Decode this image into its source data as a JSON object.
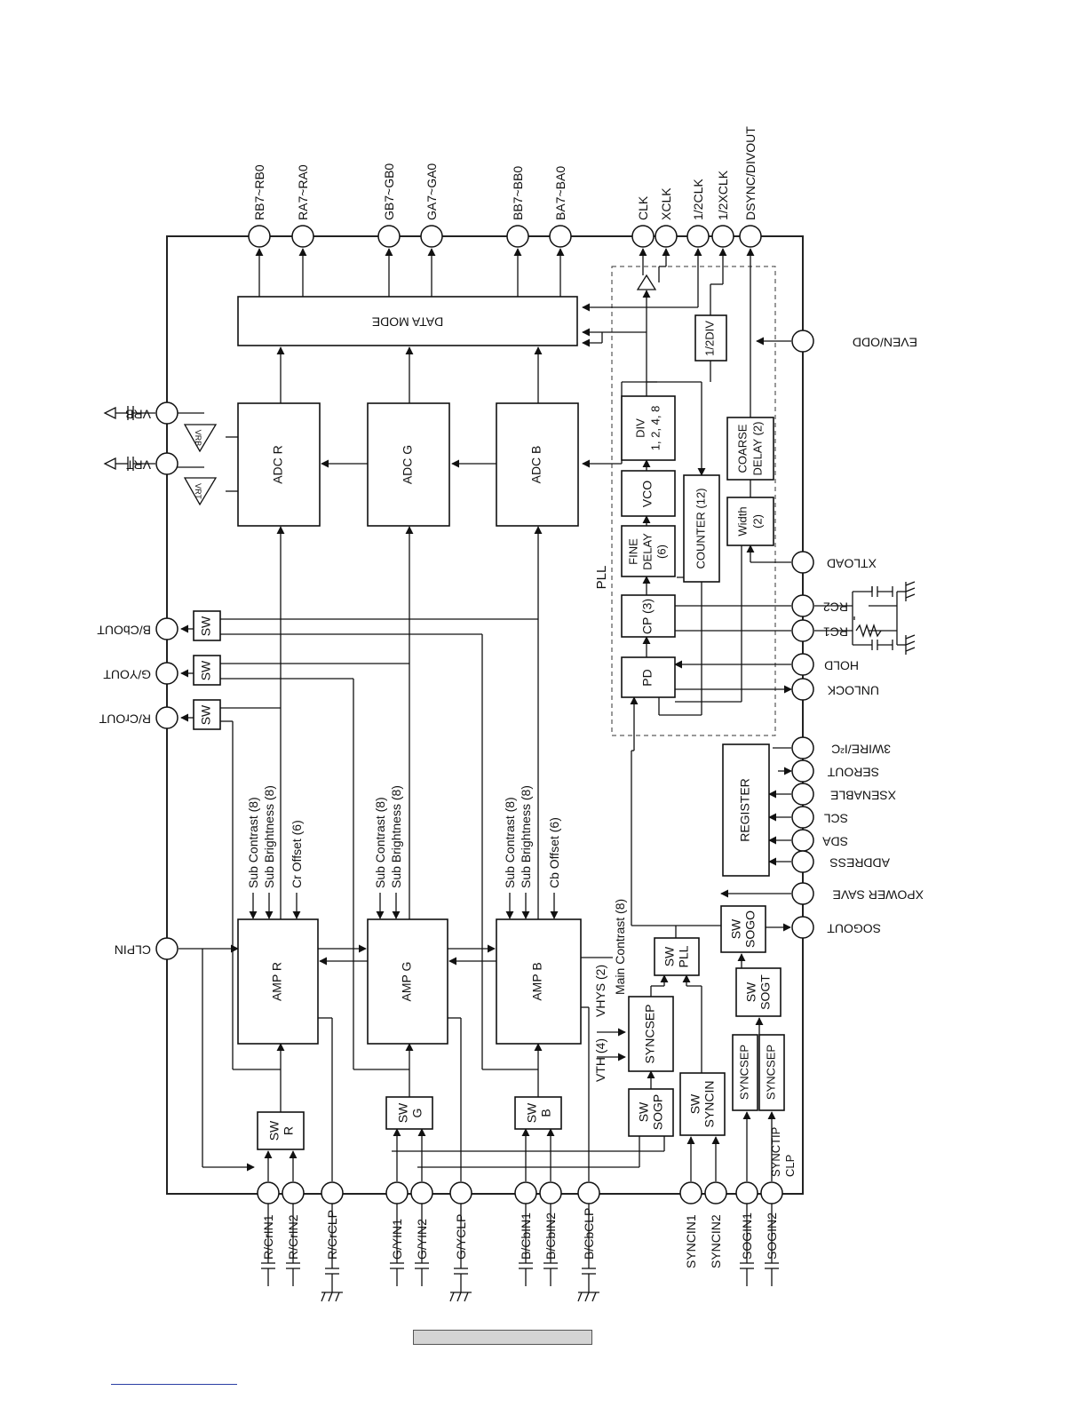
{
  "colors": {
    "ink": "#111111",
    "frame": "#222222",
    "bar": "#d4d4d4",
    "link": "#2b3fa3"
  },
  "blocks": {
    "data_mode": "DATA MODE",
    "adc_r": "ADC R",
    "adc_g": "ADC G",
    "adc_b": "ADC B",
    "amp_r": "AMP R",
    "amp_g": "AMP G",
    "amp_b": "AMP B",
    "sw": "SW",
    "sw_r": [
      "SW",
      "R"
    ],
    "sw_g": [
      "SW",
      "G"
    ],
    "sw_b": [
      "SW",
      "B"
    ],
    "sw_sogp": [
      "SW",
      "SOGP"
    ],
    "sw_syncin": [
      "SW",
      "SYNCIN"
    ],
    "syncsep": "SYNCSEP",
    "sw_pll": [
      "SW",
      "PLL"
    ],
    "sw_sogt": [
      "SW",
      "SOGT"
    ],
    "sw_sogo": [
      "SW",
      "SOGO"
    ],
    "register": "REGISTER",
    "pd": "PD",
    "cp": "CP (3)",
    "fine_delay": [
      "FINE",
      "DELAY",
      "(6)"
    ],
    "vco": "VCO",
    "div": [
      "DIV",
      "1, 2, 4, 8"
    ],
    "counter": "COUNTER (12)",
    "width": [
      "Width",
      "(2)"
    ],
    "coarse_delay": [
      "COARSE",
      "DELAY (2)"
    ],
    "half_div": "1/2DIV",
    "pll": "PLL",
    "vrt_amp": "VRT",
    "vrb_amp": "VRB"
  },
  "controls": {
    "sub_contrast": "Sub Contrast (8)",
    "sub_brightness": "Sub Brightness (8)",
    "cr_offset": "Cr Offset (6)",
    "cb_offset": "Cb Offset (6)",
    "main_contrast": "Main Contrast (8)",
    "vth": "VTH (4)",
    "vhys": "VHYS (2)"
  },
  "pins": {
    "top": [
      "RB7~RB0",
      "RA7~RA0",
      "GB7~GB0",
      "GA7~GA0",
      "BB7~BB0",
      "BA7~BA0",
      "CLK",
      "XCLK",
      "1/2CLK",
      "1/2XCLK",
      "DSYNC/DIVOUT"
    ],
    "bottom": [
      "R/CrIN1",
      "R/CrIN2",
      "R/CrCLP",
      "G/YIN1",
      "G/YIN2",
      "G/YCLP",
      "B/CbIN1",
      "B/CbIN2",
      "B/CbCLP",
      "SYNCIN1",
      "SYNCIN2",
      "SOGIN1",
      "SOGIN2"
    ],
    "left": [
      "VRB",
      "VRT",
      "B/CbOUT",
      "G/YOUT",
      "R/CrOUT",
      "CLPIN"
    ],
    "right": [
      "EVEN/ODD",
      "XTLOAD",
      "RC2",
      "RC1",
      "HOLD",
      "UNLOCK",
      "3WIRE/I²C",
      "SEROUT",
      "XSENABLE",
      "SCL",
      "SDA",
      "ADDRESS",
      "XPOWER SAVE",
      "SOGOUT"
    ],
    "synctip_clp": [
      "SYNCTIP",
      "CLP"
    ]
  }
}
